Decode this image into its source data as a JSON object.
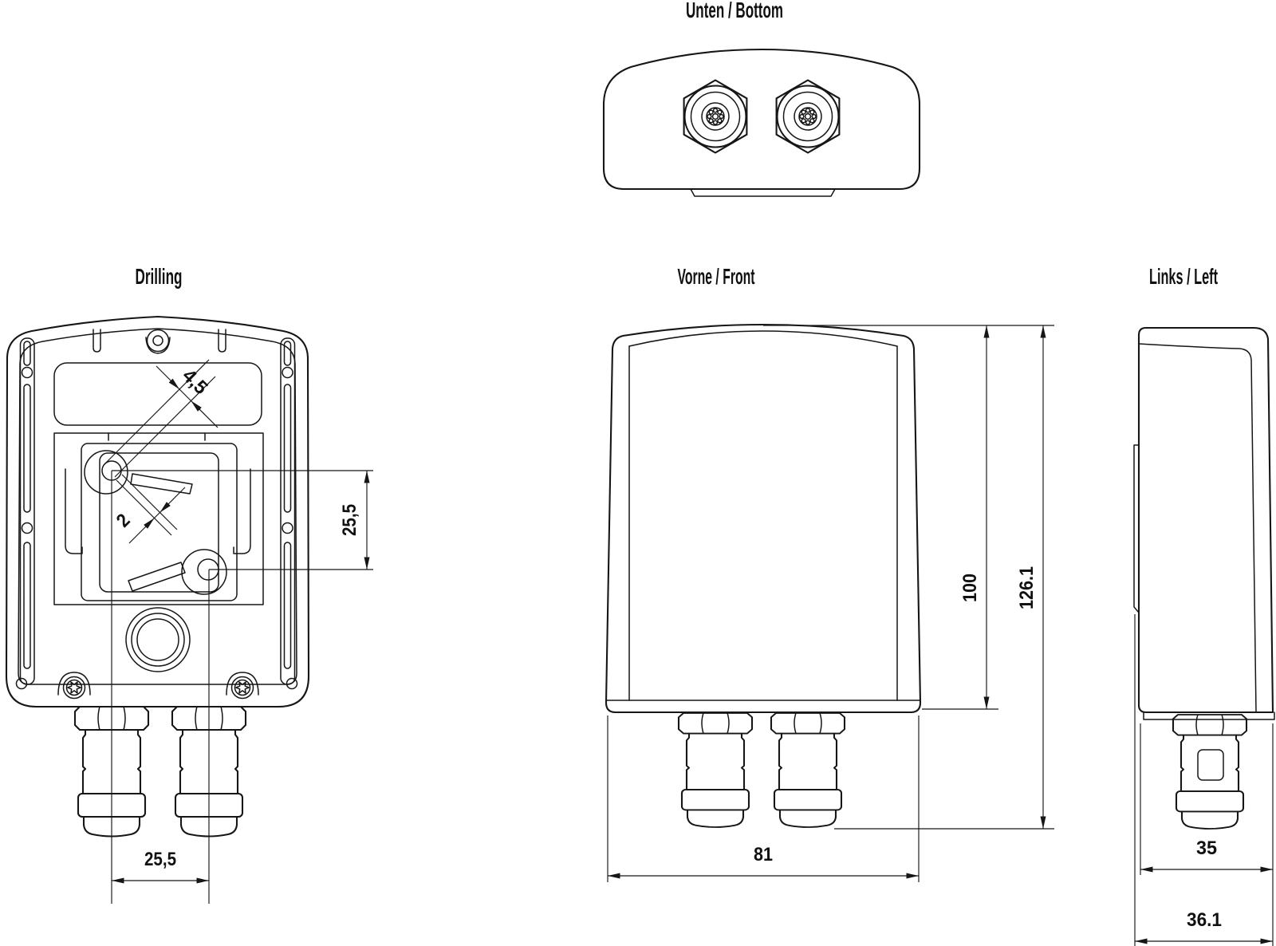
{
  "page": {
    "background": "#ffffff",
    "line_color": "#161616"
  },
  "views": {
    "bottom": {
      "title": "Unten / Bottom"
    },
    "drilling": {
      "title": "Drilling",
      "dims": {
        "hole_diameter": "4,5",
        "slot_width": "2",
        "hole_vertical_offset": "25,5",
        "gland_spacing": "25,5"
      }
    },
    "front": {
      "title": "Vorne / Front",
      "dims": {
        "body_height": "100",
        "overall_height": "126.1",
        "body_width": "81"
      }
    },
    "left": {
      "title": "Links / Left",
      "dims": {
        "body_depth": "35",
        "overall_depth": "36.1"
      }
    }
  }
}
